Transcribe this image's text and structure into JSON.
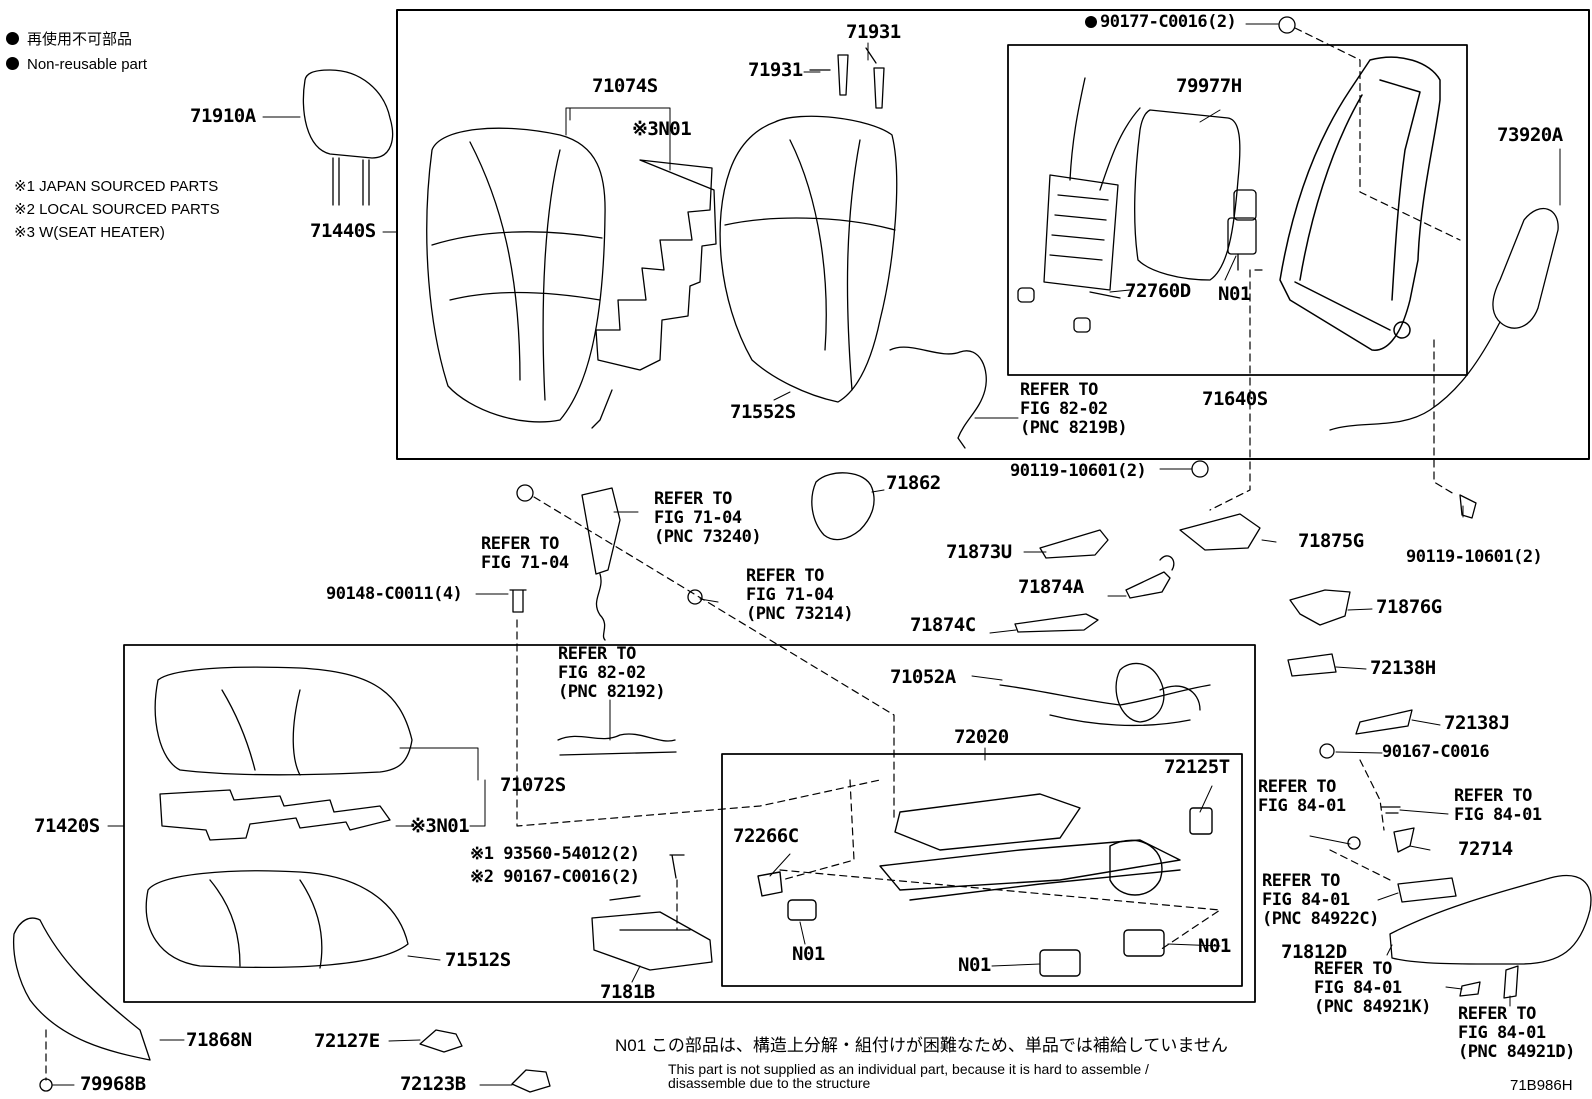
{
  "legend": {
    "non_reusable_jp": "再使用不可部品",
    "non_reusable_en": "Non-reusable part",
    "note1": "※1 JAPAN SOURCED PARTS",
    "note2": "※2 LOCAL SOURCED PARTS",
    "note3": "※3 W(SEAT HEATER)"
  },
  "labels": {
    "p71910A": "71910A",
    "p71440S": "71440S",
    "p71074S": "71074S",
    "n01_heater_back": "※3N01",
    "p71931a": "71931",
    "p71931b": "71931",
    "p71552S": "71552S",
    "p90177": "90177-C0016(2)",
    "p79977H": "79977H",
    "p72760D": "72760D",
    "n01_lumbar": "N01",
    "p73920A": "73920A",
    "p71640S": "71640S",
    "ref_8219B_1": "REFER TO",
    "ref_8219B_2": "FIG 82-02",
    "ref_8219B_3": "(PNC 8219B)",
    "p71862": "71862",
    "p90119a": "90119-10601(2)",
    "p90119b": "90119-10601(2)",
    "ref_73240_1": "REFER TO",
    "ref_73240_2": "FIG 71-04",
    "ref_73240_3": "(PNC 73240)",
    "ref_7104_1": "REFER TO",
    "ref_7104_2": "FIG 71-04",
    "ref_73214_1": "REFER TO",
    "ref_73214_2": "FIG 71-04",
    "ref_73214_3": "(PNC 73214)",
    "p90148": "90148-C0011(4)",
    "p71873U": "71873U",
    "p71875G": "71875G",
    "p71874A": "71874A",
    "p71876G": "71876G",
    "p71874C": "71874C",
    "p72138H": "72138H",
    "p72138J": "72138J",
    "p90167": "90167-C0016",
    "ref_82192_1": "REFER TO",
    "ref_82192_2": "FIG 82-02",
    "ref_82192_3": "(PNC 82192)",
    "p71052A": "71052A",
    "p72020": "72020",
    "p72125T": "72125T",
    "p71420S": "71420S",
    "p71072S": "71072S",
    "n01_heater_cush": "※3N01",
    "p72266C": "72266C",
    "p93560": "※1 93560-54012(2)",
    "p90167_2": "※2 90167-C0016(2)",
    "n01_motor1": "N01",
    "n01_motor2": "N01",
    "n01_motor3": "N01",
    "p71512S": "71512S",
    "p7181B": "7181B",
    "ref_8401a_1": "REFER TO",
    "ref_8401a_2": "FIG 84-01",
    "ref_8401b_1": "REFER TO",
    "ref_8401b_2": "FIG 84-01",
    "p72714": "72714",
    "ref_84922C_1": "REFER TO",
    "ref_84922C_2": "FIG 84-01",
    "ref_84922C_3": "(PNC 84922C)",
    "p71812D": "71812D",
    "ref_84921K_1": "REFER TO",
    "ref_84921K_2": "FIG 84-01",
    "ref_84921K_3": "(PNC 84921K)",
    "ref_84921D_1": "REFER TO",
    "ref_84921D_2": "FIG 84-01",
    "ref_84921D_3": "(PNC 84921D)",
    "p71868N": "71868N",
    "p79968B": "79968B",
    "p72127E": "72127E",
    "p72123B": "72123B",
    "footnote_jp": "N01 この部品は、構造上分解・組付けが困難なため、単品では補給していません",
    "footnote_en1": "This part is not supplied as an individual part, because it is hard to assemble /",
    "footnote_en2": "disassemble due to the structure",
    "figure_id": "71B986H"
  }
}
